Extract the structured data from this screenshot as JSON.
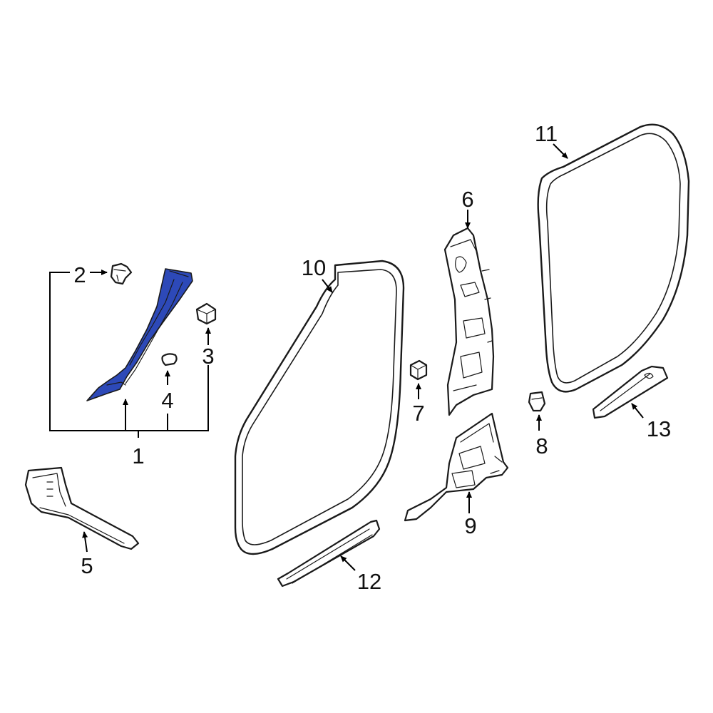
{
  "diagram": {
    "highlight_color": "#2d49b8",
    "callouts": [
      "1",
      "2",
      "3",
      "4",
      "5",
      "6",
      "7",
      "8",
      "9",
      "10",
      "11",
      "12",
      "13"
    ]
  }
}
